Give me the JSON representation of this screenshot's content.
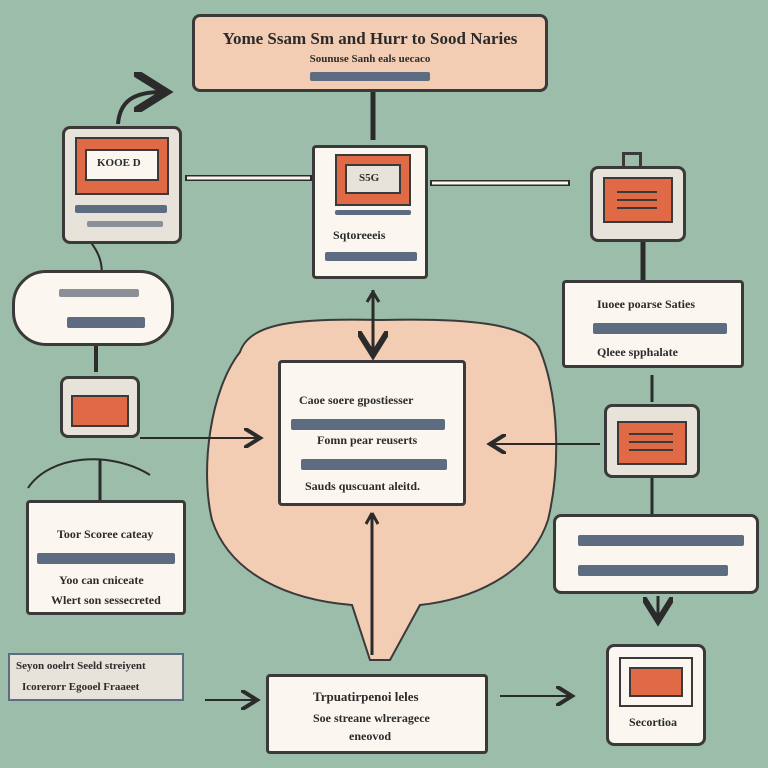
{
  "colors": {
    "background": "#9bbdaa",
    "peach": "#f2cdb4",
    "accent": "#e06a45",
    "bar": "#5d6c80",
    "card": "#fbf7f0",
    "outline": "#3a3a3a"
  },
  "header": {
    "title": "Yome Ssam Sm and Hurr to Sood Naries",
    "subtitle": "Sounuse Sanh eals uecaco"
  },
  "left_monitor": {
    "screen_text": "KOOE D"
  },
  "center_device": {
    "screen_text": "S5G",
    "label": "Sqtoreeeis"
  },
  "right_card": {
    "line1": "Iuoee poarse Saties",
    "line2": "Qleee spphalate"
  },
  "center_card": {
    "line1": "Caoe soere gpostiesser",
    "line2": "Fomn pear reuserts",
    "line3": "Sauds quscuant aleitd."
  },
  "left_card": {
    "line1": "Toor Scoree cateay",
    "line2": "Yoo can cniceate",
    "line3": "Wlert son sessecreted"
  },
  "bottom_left_label": {
    "line1": "Seyon ooelrt Seeld streiyent",
    "line2": "Icorerorr Egooel Fraaeet"
  },
  "bottom_card": {
    "line1": "Trpuatirpenoi leles",
    "line2": "Soe streane wlreragece",
    "line3": "eneovod"
  },
  "bottom_right_device": {
    "label": "Secortioa"
  }
}
